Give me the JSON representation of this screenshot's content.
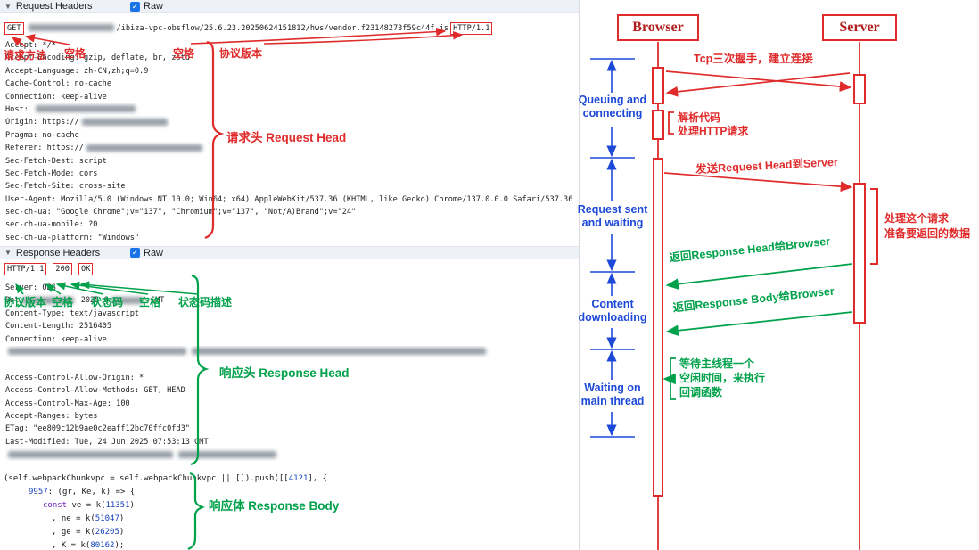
{
  "panel": {
    "request_section": {
      "collapse_icon": "▼",
      "title": "Request Headers",
      "checkbox_glyph": "✓",
      "raw_label": "Raw",
      "request_line": {
        "method": "GET",
        "url_parts": [
          {
            "b": 96
          },
          {
            "t": "/ibiza-vpc-obsflow/25.6.23.20250624151812/hws/vendor.f23148273f59c44f.js"
          }
        ],
        "protocol": "HTTP/1.1"
      },
      "headers": [
        {
          "parts": [
            {
              "t": "Accept: */*"
            }
          ]
        },
        {
          "parts": [
            {
              "t": "Accept-Encoding: gzip, deflate, br, zstd"
            }
          ]
        },
        {
          "parts": [
            {
              "t": "Accept-Language: zh-CN,zh;q=0.9"
            }
          ]
        },
        {
          "parts": [
            {
              "t": "Cache-Control: no-cache"
            }
          ]
        },
        {
          "parts": [
            {
              "t": "Connection: keep-alive"
            }
          ]
        },
        {
          "parts": [
            {
              "t": "Host: "
            },
            {
              "b": 112
            }
          ]
        },
        {
          "parts": [
            {
              "t": "Origin: https://"
            },
            {
              "b": 96
            }
          ]
        },
        {
          "parts": [
            {
              "t": "Pragma: no-cache"
            }
          ]
        },
        {
          "parts": [
            {
              "t": "Referer: https://"
            },
            {
              "b": 130
            }
          ]
        },
        {
          "parts": [
            {
              "t": "Sec-Fetch-Dest: script"
            }
          ]
        },
        {
          "parts": [
            {
              "t": "Sec-Fetch-Mode: cors"
            }
          ]
        },
        {
          "parts": [
            {
              "t": "Sec-Fetch-Site: cross-site"
            }
          ]
        },
        {
          "parts": [
            {
              "t": "User-Agent: Mozilla/5.0 (Windows NT 10.0; Win64; x64) AppleWebKit/537.36 (KHTML, like Gecko) Chrome/137.0.0.0 Safari/537.36"
            }
          ]
        },
        {
          "parts": [
            {
              "t": "sec-ch-ua: \"Google Chrome\";v=\"137\", \"Chromium\";v=\"137\", \"Not/A)Brand\";v=\"24\""
            }
          ]
        },
        {
          "parts": [
            {
              "t": "sec-ch-ua-mobile: ?0"
            }
          ]
        },
        {
          "parts": [
            {
              "t": "sec-ch-ua-platform: \"Windows\""
            }
          ]
        }
      ]
    },
    "response_section": {
      "collapse_icon": "▼",
      "title": "Response Headers",
      "checkbox_glyph": "✓",
      "raw_label": "Raw",
      "status_line": {
        "protocol": "HTTP/1.1",
        "status_code": "200",
        "status_text": "OK"
      },
      "headers": [
        {
          "parts": [
            {
              "t": "Server: OBS"
            }
          ]
        },
        {
          "parts": [
            {
              "t": "Dat"
            },
            {
              "b": 58
            },
            {
              "t": " 2025 0"
            },
            {
              "b": 36
            },
            {
              "t": " GMT"
            }
          ]
        },
        {
          "parts": [
            {
              "t": "Content-Type: text/javascript"
            }
          ]
        },
        {
          "parts": [
            {
              "t": "Content-Length: 2516405"
            }
          ]
        },
        {
          "parts": [
            {
              "t": "Connection: keep-alive"
            }
          ]
        },
        {
          "parts": [
            {
              "b": 200
            },
            {
              "b": 330
            }
          ]
        },
        {
          "parts": []
        },
        {
          "parts": [
            {
              "t": "Access-Control-Allow-Origin: *"
            }
          ]
        },
        {
          "parts": [
            {
              "t": "Access-Control-Allow-Methods: GET, HEAD"
            }
          ]
        },
        {
          "parts": [
            {
              "t": "Access-Control-Max-Age: 100"
            }
          ]
        },
        {
          "parts": [
            {
              "t": "Accept-Ranges: bytes"
            }
          ]
        },
        {
          "parts": [
            {
              "t": "ETag: \"ee809c12b9ae0c2eaff12bc70ffc0fd3\""
            }
          ]
        },
        {
          "parts": [
            {
              "t": "Last-Modified: Tue, 24 Jun 2025 07:53:13 GMT"
            }
          ]
        },
        {
          "parts": [
            {
              "b": 185
            },
            {
              "b": 110
            }
          ]
        }
      ]
    },
    "response_body": {
      "lines": [
        {
          "indent": 0,
          "tokens": [
            {
              "t": "(self.webpackChunkvpc = self.webpackChunkvpc || []).push([["
            },
            {
              "t": "4121",
              "c": "num"
            },
            {
              "t": "], {"
            }
          ]
        },
        {
          "indent": 1,
          "tokens": [
            {
              "t": "9957",
              "c": "num"
            },
            {
              "t": ": (gr, Ke, k) => {"
            }
          ]
        },
        {
          "indent": 2,
          "tokens": [
            {
              "t": "const",
              "c": "kw"
            },
            {
              "t": " ve = k("
            },
            {
              "t": "11351",
              "c": "num"
            },
            {
              "t": ")"
            }
          ]
        },
        {
          "indent": 3,
          "tokens": [
            {
              "t": ", ne = k("
            },
            {
              "t": "51047",
              "c": "num"
            },
            {
              "t": ")"
            }
          ]
        },
        {
          "indent": 3,
          "tokens": [
            {
              "t": ", ge = k("
            },
            {
              "t": "26205",
              "c": "num"
            },
            {
              "t": ")"
            }
          ]
        },
        {
          "indent": 3,
          "tokens": [
            {
              "t": ", K = k("
            },
            {
              "t": "80162",
              "c": "num"
            },
            {
              "t": ");"
            }
          ]
        }
      ]
    },
    "annotations": {
      "req_method": "请求方法",
      "req_space1": "空格",
      "req_space2": "空格",
      "req_protocol": "协议版本",
      "req_head": "请求头 Request Head",
      "resp_protocol": "协议版本",
      "resp_space1": "空格",
      "resp_status": "状态码",
      "resp_space2": "空格",
      "resp_status_desc": "状态码描述",
      "resp_head": "响应头 Response Head",
      "resp_body": "响应体 Response Body"
    }
  },
  "diagram": {
    "browser_label": "Browser",
    "server_label": "Server",
    "phases": [
      "Queuing and connecting",
      "Request sent and waiting",
      "Content downloading",
      "Waiting on main thread"
    ],
    "tcp_note": "Tcp三次握手，建立连接",
    "parse_note_1": "解析代码",
    "parse_note_2": "处理HTTP请求",
    "send_note": "发送Request Head到Server",
    "process_note_1": "处理这个请求",
    "process_note_2": "准备要返回的数据",
    "response_head_note": "返回Response Head给Browser",
    "response_body_note": "返回Response Body给Browser",
    "wait_note_1": "等待主线程一个",
    "wait_note_2": "空闲时间，来执行",
    "wait_note_3": "回调函数"
  },
  "colors": {
    "red": "#e02b2b",
    "green": "#00a14b",
    "blue": "#1d49d8",
    "checkbox_blue": "#1a73e8"
  }
}
